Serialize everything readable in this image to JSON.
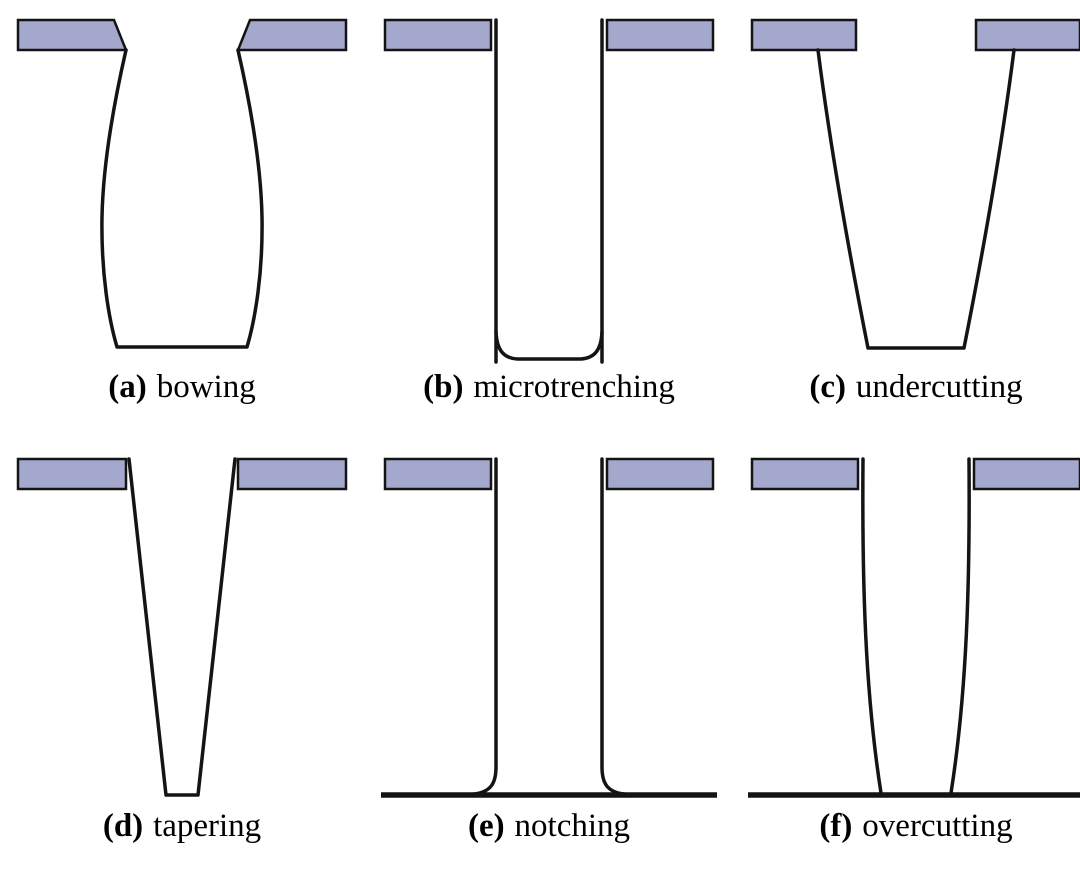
{
  "figure": {
    "caption_format": {
      "open": "(",
      "close": ")"
    },
    "colors": {
      "mask_fill": "#a4a8cc",
      "outline": "#141414",
      "background": "#ffffff"
    },
    "panels": [
      {
        "letter": "a",
        "label": "bowing"
      },
      {
        "letter": "b",
        "label": "microtrenching"
      },
      {
        "letter": "c",
        "label": "undercutting"
      },
      {
        "letter": "d",
        "label": "tapering"
      },
      {
        "letter": "e",
        "label": "notching"
      },
      {
        "letter": "f",
        "label": "overcutting"
      }
    ]
  }
}
